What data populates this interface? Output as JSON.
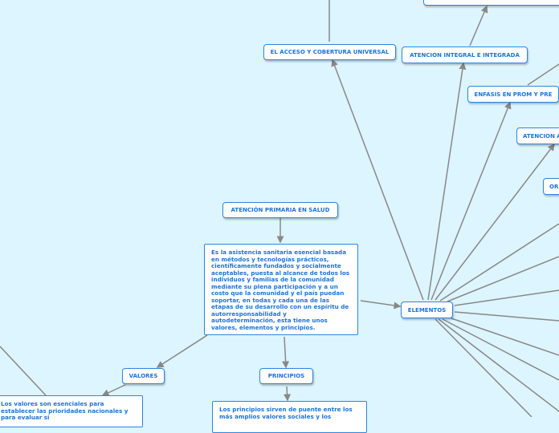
{
  "nodes": {
    "root": "ATENCIÓN PRIMARIA EN SALUD",
    "definition": "Es la asistencia sanitaria esencial basada en métodos y tecnologías prácticos, científicamente fundados y socialmente aceptables, puesta al alcance de todos los individuos y familias de la comunidad mediante su plena participación y a un costo que la comunidad y el país puedan soportar, en todas y cada una de las etapas de su desarrollo con un espíritu de autorresponsabilidad y autodeterminación, esta tiene unos valores, elementos y principios.",
    "valores": "VALORES",
    "valores_text": "Los valores son esenciales para establecer las prioridades nacionales y para evaluar si",
    "principios": "PRINCIPIOS",
    "principios_text": "Los principios sirven de puente entre los más amplios valores sociales y los",
    "elementos": "ELEMENTOS",
    "acceso": "EL ACCESO Y COBERTURA UNIVERSAL",
    "integral": "ATENCION INTEGRAL E INTEGRADA",
    "enfasis": "ENFASIS EN PROM Y PRE",
    "atencion_a": "ATENCION A",
    "or": "OR"
  },
  "colors": {
    "background": "#ddf5fe",
    "node_border": "#2b86e0",
    "node_text": "#1a73d9",
    "link": "#888888"
  }
}
